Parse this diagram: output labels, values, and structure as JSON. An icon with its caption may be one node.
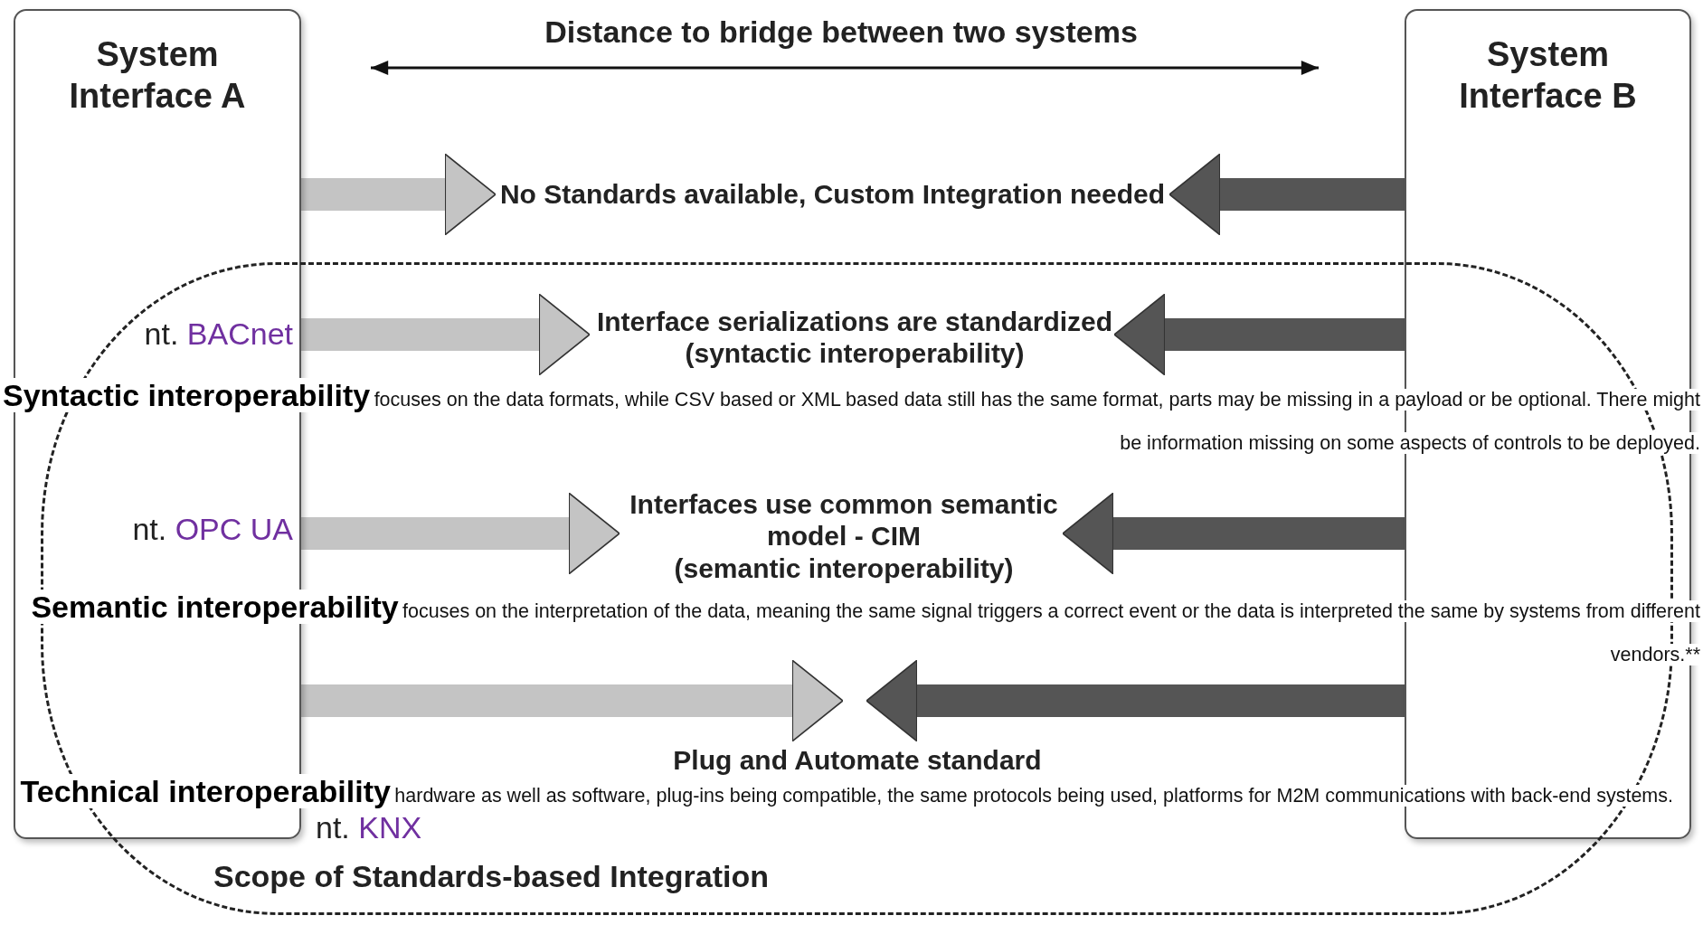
{
  "diagram": {
    "nodes": [
      {
        "text": [
          "System Interface A"
        ]
      },
      {
        "text": [
          "System Interface B"
        ]
      },
      {
        "text": [
          "No Standards available, Custom Integration needed"
        ]
      },
      {
        "text": [
          "Scope of Standards-based Integration"
        ]
      },
      {
        "text": [
          "Interface serializations are standardized",
          "(syntactic interoperability)"
        ],
        "in": 3
      },
      {
        "text": [
          "Interfaces use common semantic model - CIM",
          "(semantic interoperability)"
        ],
        "in": 3
      },
      {
        "text": [
          "Plug and Automate standard"
        ],
        "in": 3
      }
    ],
    "edges": [
      {
        "from": 0,
        "to": 2,
        "arrow": "to",
        "color": "#c4c4c4"
      },
      {
        "from": 1,
        "to": 2,
        "arrow": "to",
        "color": "#555555"
      },
      {
        "from": 0,
        "to": 4,
        "arrow": "to",
        "color": "#c4c4c4"
      },
      {
        "from": 1,
        "to": 4,
        "arrow": "to",
        "color": "#555555"
      },
      {
        "from": 0,
        "to": 5,
        "arrow": "to",
        "color": "#c4c4c4"
      },
      {
        "from": 1,
        "to": 5,
        "arrow": "to",
        "color": "#555555"
      },
      {
        "from": 0,
        "to": 6,
        "arrow": "to",
        "color": "#c4c4c4"
      },
      {
        "from": 1,
        "to": 6,
        "arrow": "to",
        "color": "#555555"
      }
    ],
    "labels": [
      "Distance to bridge between two systems",
      "nt. BACnet",
      "Syntactic interoperability",
      "focuses on the data formats, while CSV based or XML based data still has the same format, parts may be missing in a payload or be optional. There might be information missing on some aspects of controls to be deployed.",
      "nt. OPC UA",
      "Semantic interoperability",
      "focuses on the interpretation of the data, meaning the same signal triggers a correct event or the data is interpreted the same by systems from different vendors.**",
      "Technical interoperability",
      "hardware as well as software, plug-ins being compatible, the same protocols being used, platforms for M2M communications with back-end systems.",
      "nt. KNX"
    ]
  }
}
